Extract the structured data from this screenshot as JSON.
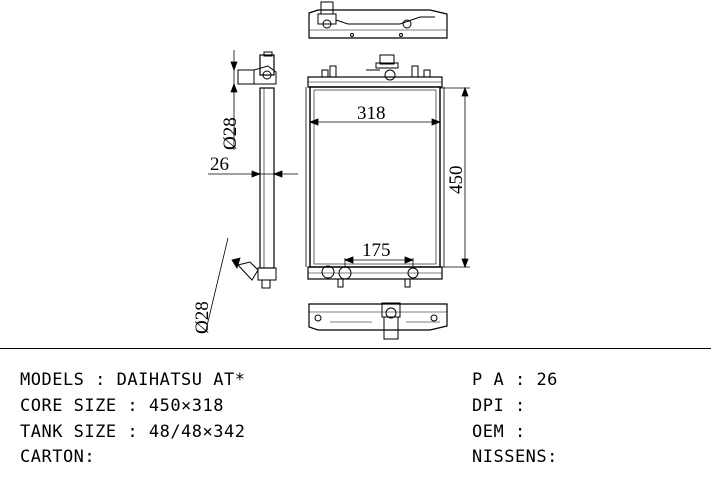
{
  "dimensions": {
    "core_width": "318",
    "core_height": "450",
    "outlet_offset": "175",
    "tank_thickness": "26",
    "inlet_diameter": "Ø28",
    "outlet_diameter": "Ø28"
  },
  "specs": {
    "models": {
      "label": "MODELS",
      "sep": " : ",
      "value": "DAIHATSU AT*"
    },
    "core_size": {
      "label": "CORE SIZE",
      "sep": " : ",
      "value": "450×318"
    },
    "tank_size": {
      "label": "TANK SIZE",
      "sep": " : ",
      "value": "48/48×342"
    },
    "carton": {
      "label": "CARTON:",
      "value": ""
    },
    "pa": {
      "label": "P A",
      "sep": " : ",
      "value": "26"
    },
    "dpi": {
      "label": "DPI",
      "sep": " : ",
      "value": ""
    },
    "oem": {
      "label": "OEM",
      "sep": " : ",
      "value": ""
    },
    "nissens": {
      "label": "NISSENS:",
      "value": ""
    }
  }
}
